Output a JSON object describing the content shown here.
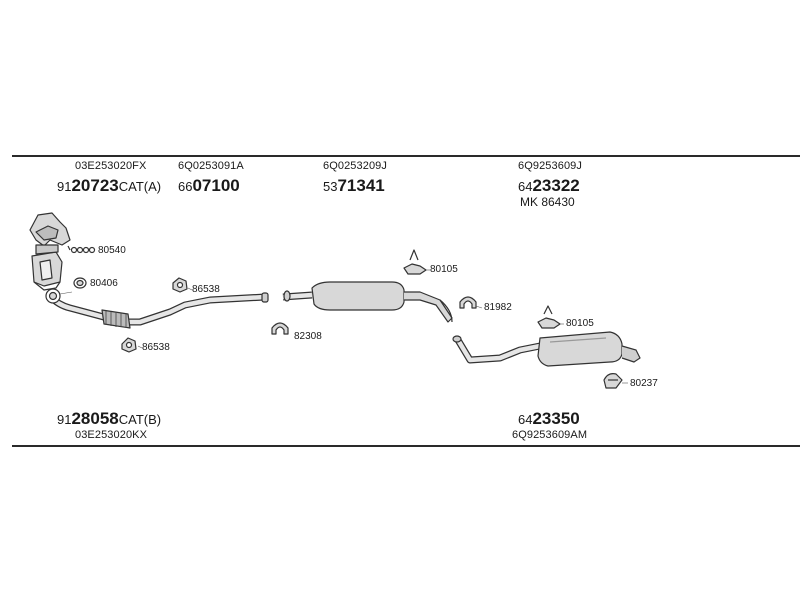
{
  "colors": {
    "line": "#2a2a2a",
    "part_fill": "#d8d8d8",
    "part_stroke": "#333333"
  },
  "top_labels": [
    {
      "oe": "03E253020FX",
      "prefix": "91",
      "bold": "20723",
      "suffix": "CAT(A)"
    },
    {
      "oe": "6Q0253091A",
      "prefix": "66",
      "bold": "07100",
      "suffix": ""
    },
    {
      "oe": "6Q0253209J",
      "prefix": "53",
      "bold": "71341",
      "suffix": ""
    },
    {
      "oe": "6Q9253609J",
      "prefix": "64",
      "bold": "23322",
      "suffix": "",
      "extra": "MK  86430"
    }
  ],
  "bottom_labels": [
    {
      "prefix": "91",
      "bold": "28058",
      "suffix": "CAT(B)",
      "oe": "03E253020KX"
    },
    {
      "prefix": "64",
      "bold": "23350",
      "suffix": "",
      "oe": "6Q9253609AM"
    }
  ],
  "callouts": {
    "c80540": "80540",
    "c80406": "80406",
    "c86538a": "86538",
    "c86538b": "86538",
    "c82308": "82308",
    "c80105a": "80105",
    "c81982": "81982",
    "c80105b": "80105",
    "c80237": "80237"
  },
  "icons": [
    "catalytic-converter-icon",
    "front-pipe-icon",
    "middle-silencer-icon",
    "rear-silencer-icon",
    "clamp-icon",
    "gasket-icon",
    "rubber-mount-icon",
    "hanger-icon",
    "bolt-icon"
  ]
}
